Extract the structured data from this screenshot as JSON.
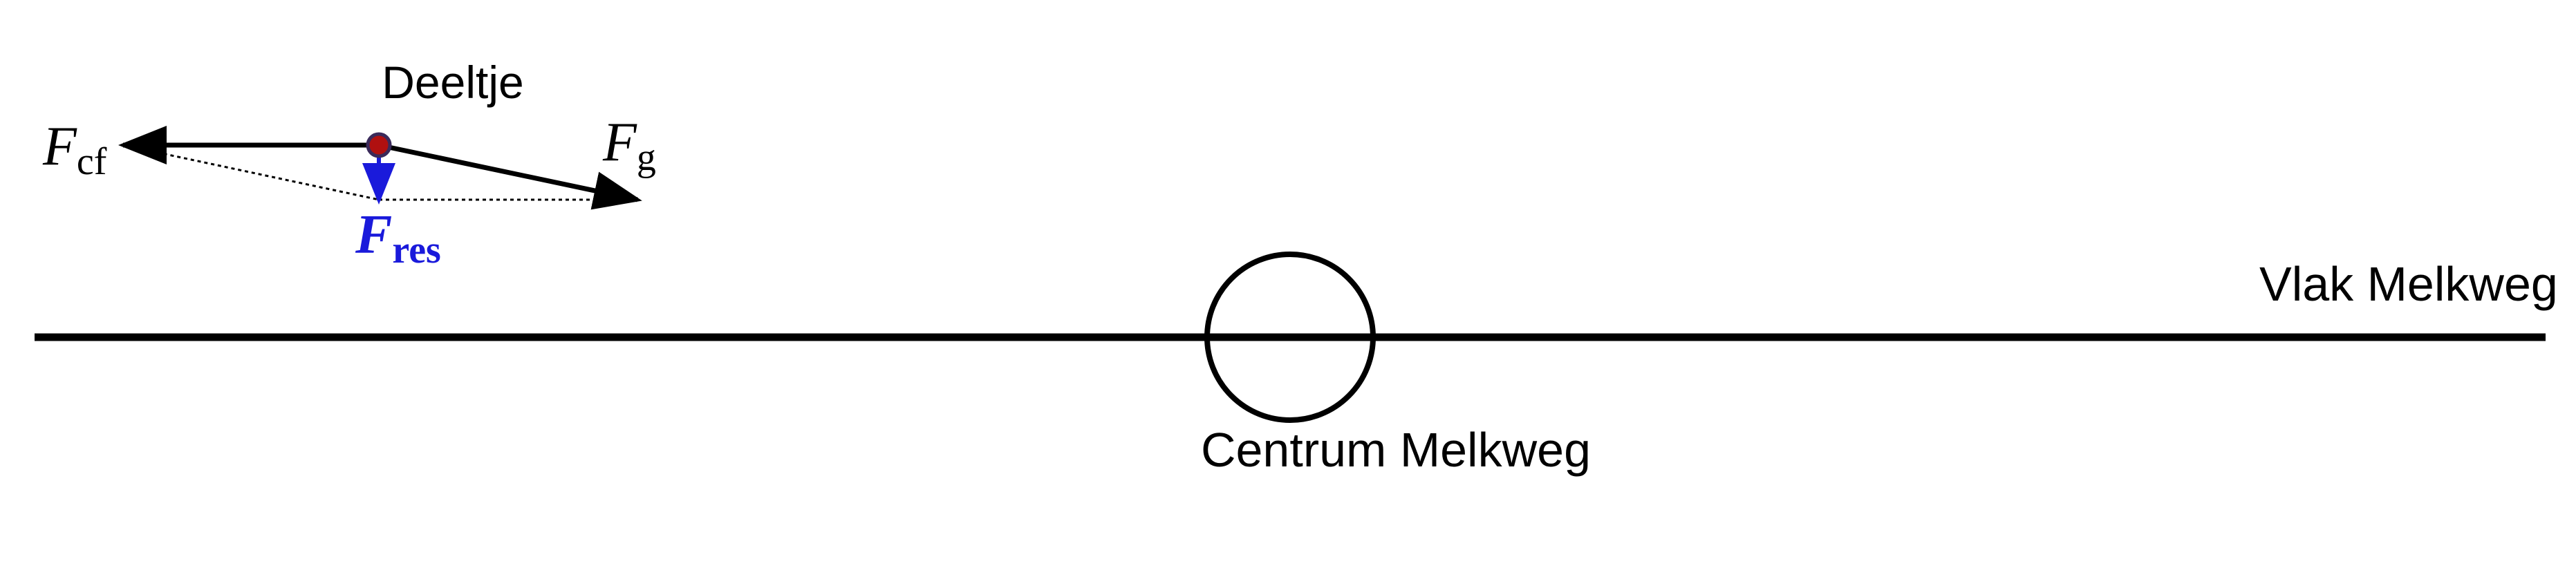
{
  "labels": {
    "particle": "Deeltje",
    "center": "Centrum Melkweg",
    "plane": "Vlak Melkweg"
  },
  "forces": {
    "centrifugal": {
      "symbol": "F",
      "subscript": "cf"
    },
    "gravity": {
      "symbol": "F",
      "subscript": "g"
    },
    "resultant": {
      "symbol": "F",
      "subscript": "res"
    }
  },
  "colors": {
    "line": "#000000",
    "resultant": "#1a1adb",
    "particle_fill": "#b01010",
    "particle_outline": "#3a2a5a"
  }
}
